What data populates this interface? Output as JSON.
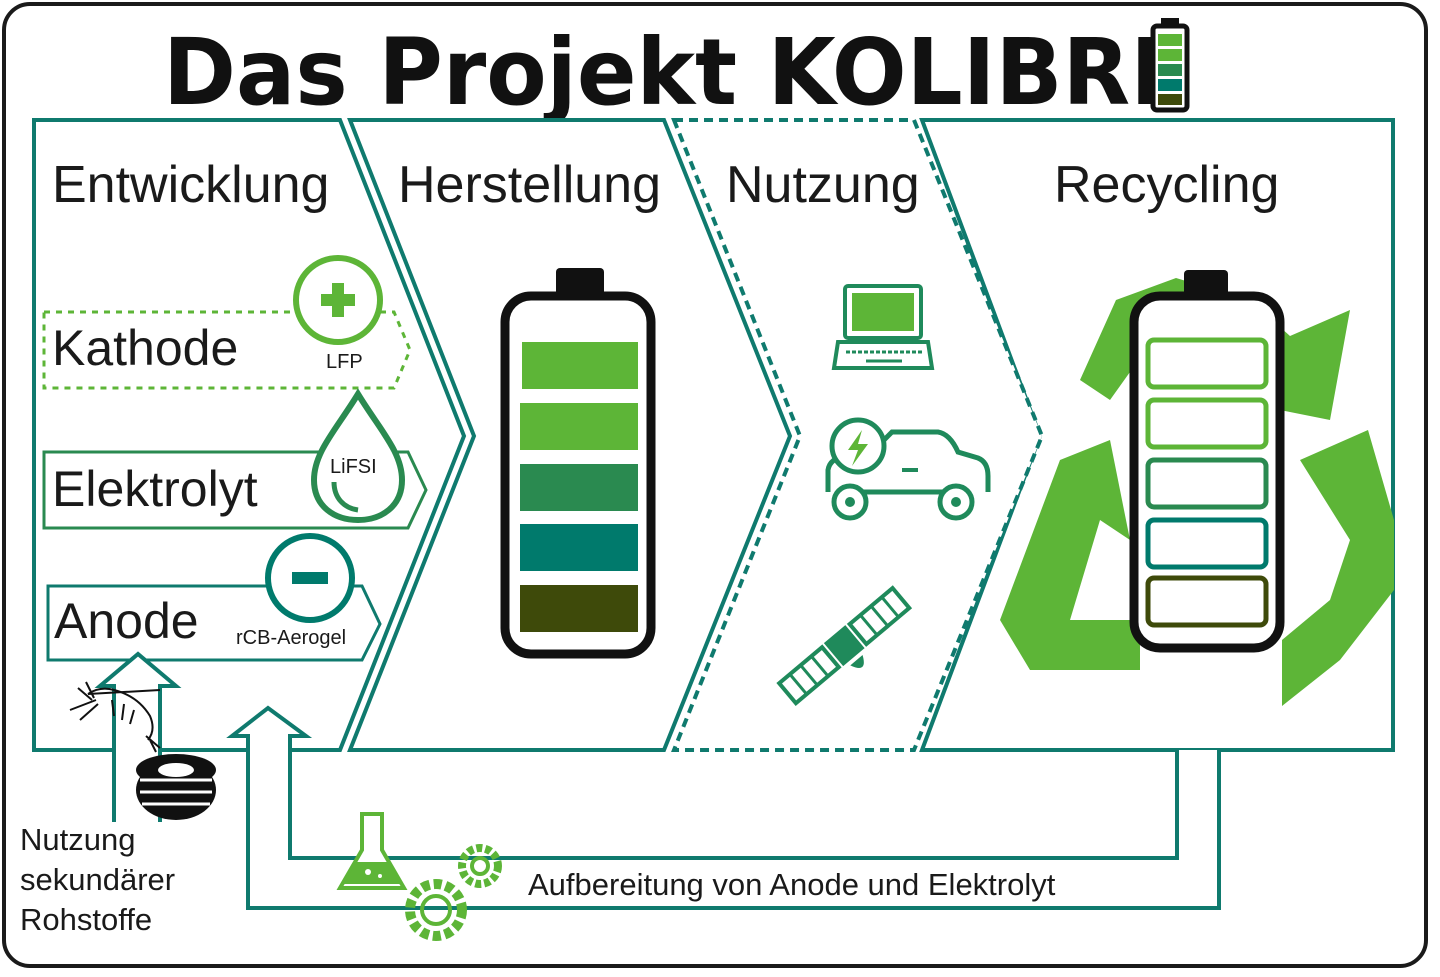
{
  "title": "Das Projekt KOLIBRI",
  "stages": {
    "development": "Entwicklung",
    "manufacturing": "Herstellung",
    "usage": "Nutzung",
    "recycling": "Recycling"
  },
  "components": {
    "cathode": {
      "label": "Kathode",
      "material": "LFP"
    },
    "electrolyte": {
      "label": "Elektrolyt",
      "material": "LiFSI"
    },
    "anode": {
      "label": "Anode",
      "material": "rCB-Aerogel"
    }
  },
  "secondary_raw_materials": [
    "Nutzung",
    "sekundärer",
    "Rohstoffe"
  ],
  "processing": "Aufbereitung von Anode und Elektrolyt",
  "icons": [
    "battery-icon",
    "plus-icon",
    "drop-icon",
    "minus-icon",
    "laptop-icon",
    "electric-car-icon",
    "satellite-icon",
    "recycling-icon",
    "shrimp-icon",
    "tire-icon",
    "flask-icon",
    "gear-icon"
  ],
  "colors": {
    "teal_outline": "#0f7a6e",
    "light_green": "#5db537",
    "mid_green": "#2a8a50",
    "dark_teal": "#007a6c",
    "olive": "#3e4a0a",
    "text": "#1a1a1a"
  }
}
